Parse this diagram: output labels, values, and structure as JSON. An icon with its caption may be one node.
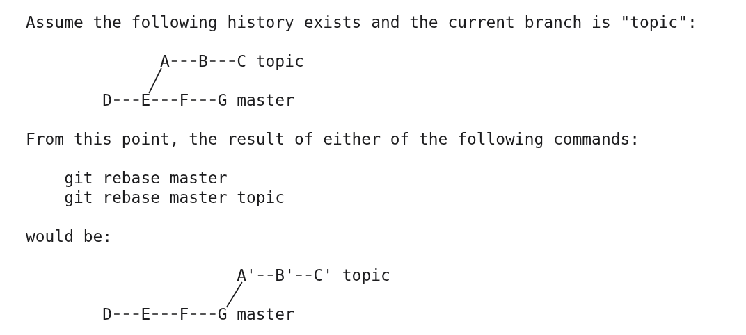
{
  "diagram": {
    "nodes": [
      {
        "text": [
          "A"
        ]
      },
      {
        "text": [
          "B"
        ]
      },
      {
        "text": [
          "C"
        ],
        "beside": [
          "topic"
        ]
      },
      {
        "text": [
          "D"
        ]
      },
      {
        "text": [
          "E"
        ]
      },
      {
        "text": [
          "F"
        ]
      },
      {
        "text": [
          "G"
        ],
        "beside": [
          "master"
        ]
      },
      {
        "text": [
          "A'"
        ]
      },
      {
        "text": [
          "B'"
        ]
      },
      {
        "text": [
          "C'"
        ],
        "beside": [
          "topic"
        ]
      },
      {
        "text": [
          "D"
        ]
      },
      {
        "text": [
          "E"
        ]
      },
      {
        "text": [
          "F"
        ]
      },
      {
        "text": [
          "G"
        ],
        "beside": [
          "master"
        ]
      }
    ],
    "edges": [
      {
        "from": 0,
        "to": 1,
        "arrow": "none",
        "style": "dashed"
      },
      {
        "from": 1,
        "to": 2,
        "arrow": "none",
        "style": "dashed"
      },
      {
        "from": 4,
        "to": 0,
        "arrow": "none"
      },
      {
        "from": 3,
        "to": 4,
        "arrow": "none",
        "style": "dashed"
      },
      {
        "from": 4,
        "to": 5,
        "arrow": "none",
        "style": "dashed"
      },
      {
        "from": 5,
        "to": 6,
        "arrow": "none",
        "style": "dashed"
      },
      {
        "from": 7,
        "to": 8,
        "arrow": "none",
        "style": "dashed"
      },
      {
        "from": 8,
        "to": 9,
        "arrow": "none",
        "style": "dashed"
      },
      {
        "from": 13,
        "to": 7,
        "arrow": "none"
      },
      {
        "from": 10,
        "to": 11,
        "arrow": "none",
        "style": "dashed"
      },
      {
        "from": 11,
        "to": 12,
        "arrow": "none",
        "style": "dashed"
      },
      {
        "from": 12,
        "to": 13,
        "arrow": "none",
        "style": "dashed"
      }
    ],
    "labels": [
      "Assume the following history exists and the current branch is \"topic\":",
      "From this point, the result of either of the following commands:",
      "git rebase master",
      "git rebase master topic",
      "would be:"
    ]
  }
}
